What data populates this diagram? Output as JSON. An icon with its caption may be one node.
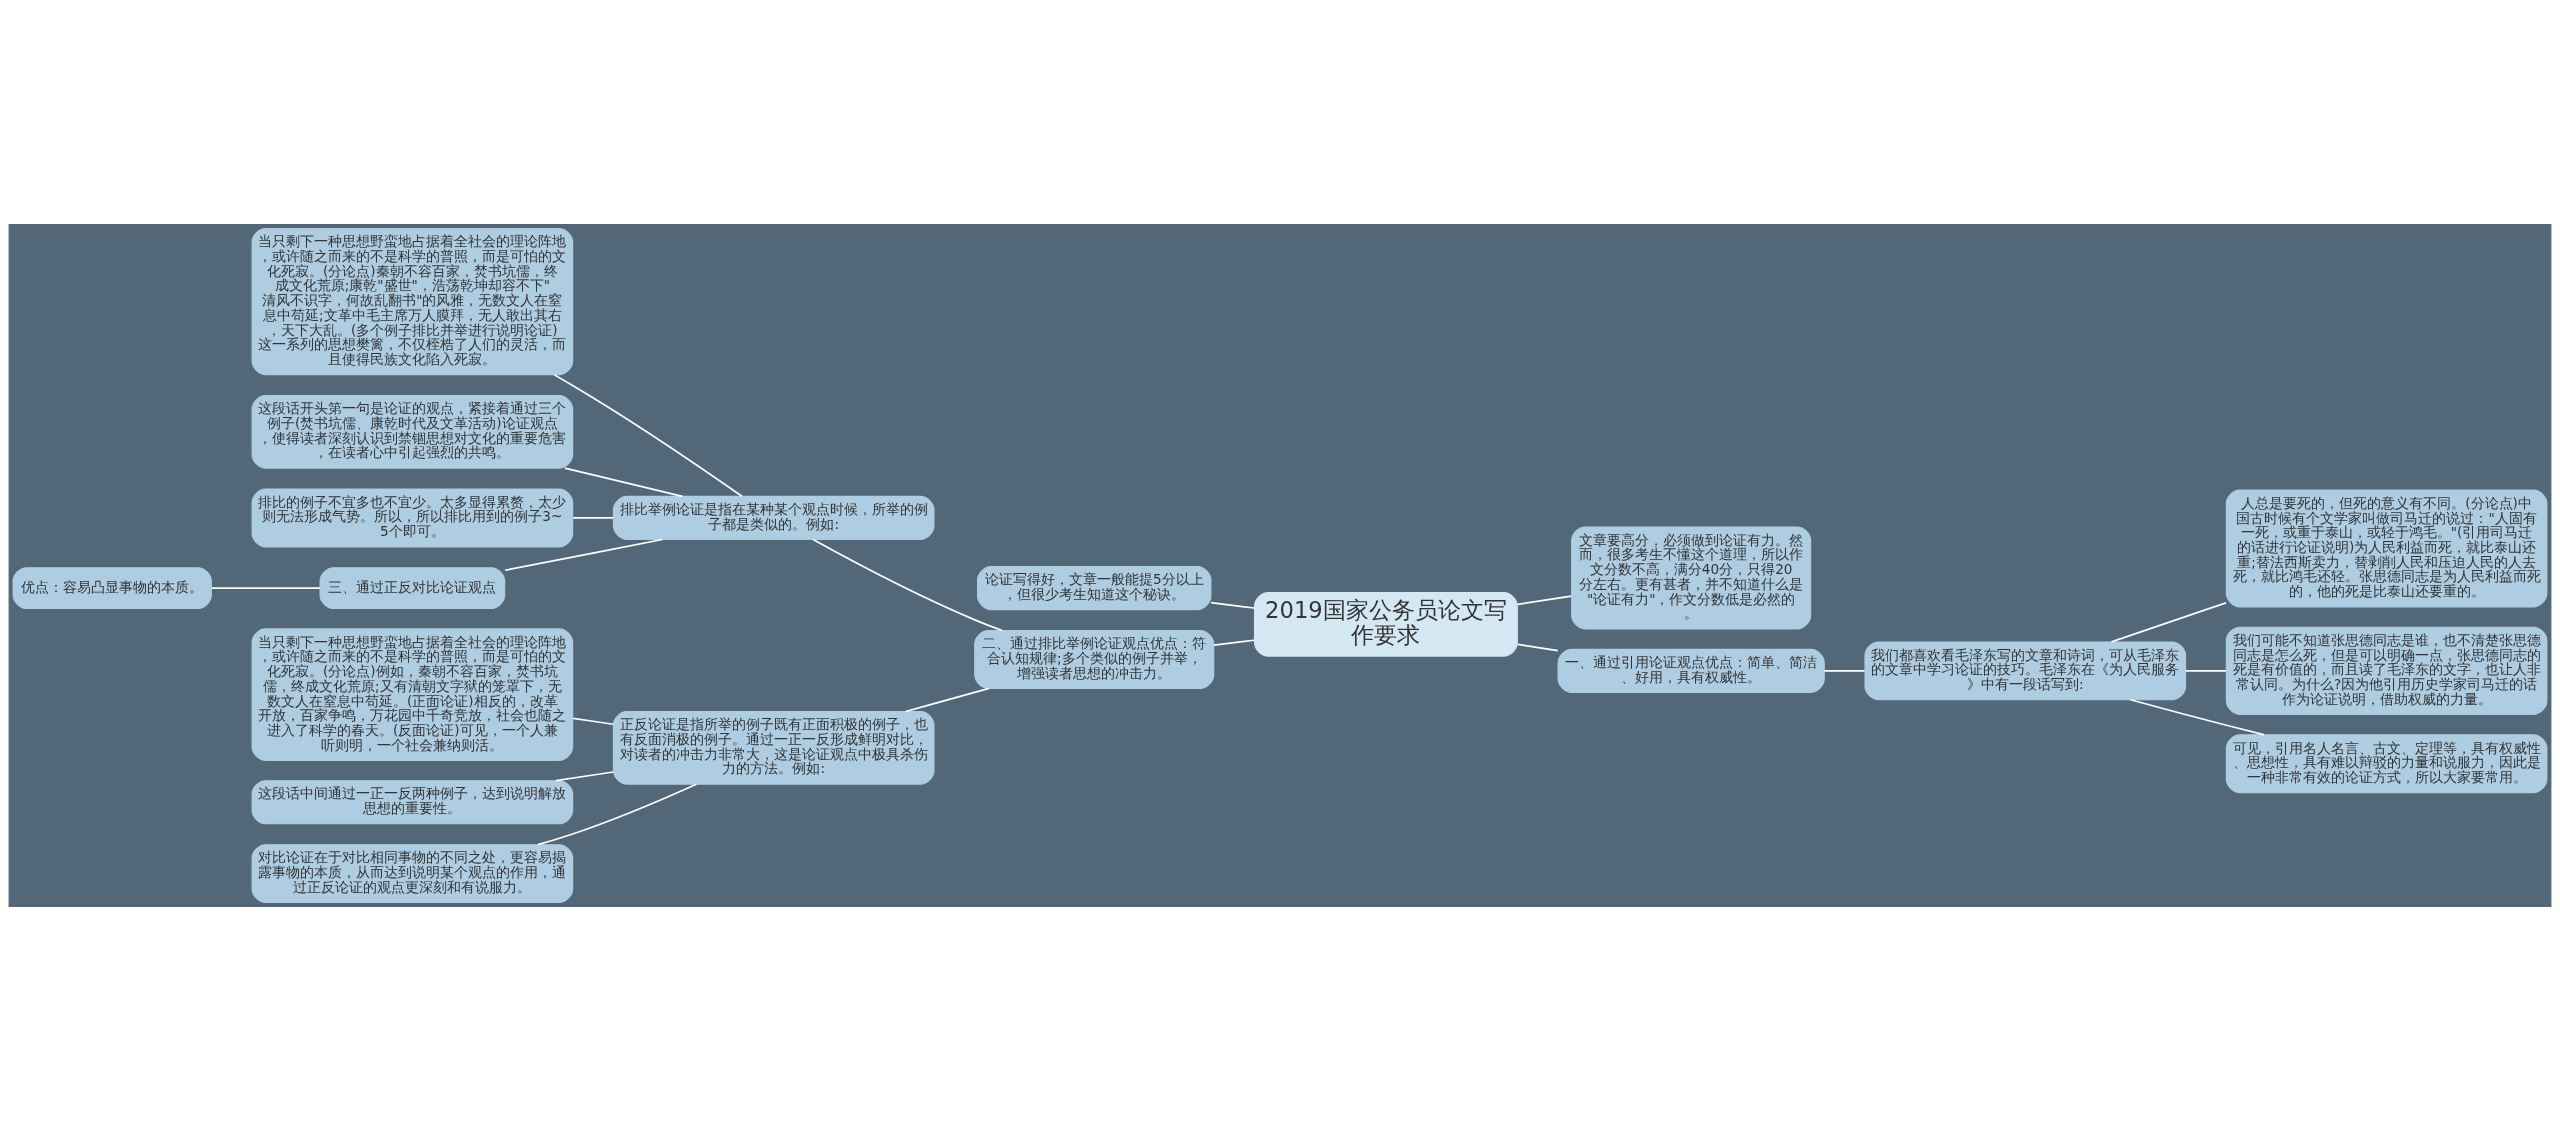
{
  "diagram": {
    "nodes": [
      {
        "text": [
          "2019国家公务员论文写作要求"
        ]
      },
      {
        "text": [
          "论证写得好，文章一般能提5分以上，但很少考生知道这个秘诀。"
        ]
      },
      {
        "text": [
          "二、通过排比举例论证观点优点：符合认知规律;多个类似的例子并举，增强读者思想的冲击力。"
        ]
      },
      {
        "text": [
          "排比举例论证是指在某种某个观点时候，所举的例子都是类似的。例如:"
        ]
      },
      {
        "text": [
          "当只剩下一种思想野蛮地占据着全社会的理论阵地，或许随之而来的不是科学的普照，而是可怕的文化死寂。(分论点)秦朝不容百家，焚书坑儒，终成文化荒原;康乾\"盛世\"，浩荡乾坤却容不下\"清风不识字，何故乱翻书\"的风雅，无数文人在窒息中苟延;文革中毛主席万人膜拜，无人敢出其右，天下大乱。(多个例子排比并举进行说明论证)这一系列的思想樊篱，不仅桎梏了人们的灵活，而且使得民族文化陷入死寂。"
        ]
      },
      {
        "text": [
          "这段话开头第一句是论证的观点，紧接着通过三个例子(焚书坑儒、康乾时代及文革活动)论证观点，使得读者深刻认识到禁锢思想对文化的重要危害，在读者心中引起强烈的共鸣。"
        ]
      },
      {
        "text": [
          "排比的例子不宜多也不宜少。太多显得累赘，太少则无法形成气势。所以，所以排比用到的例子3~5个即可。"
        ]
      },
      {
        "text": [
          "三、通过正反对比论证观点"
        ]
      },
      {
        "text": [
          "优点：容易凸显事物的本质。"
        ]
      },
      {
        "text": [
          "正反论证是指所举的例子既有正面积极的例子，也有反面消极的例子。通过一正一反形成鲜明对比，对读者的冲击力非常大，这是论证观点中极具杀伤力的方法。例如:"
        ]
      },
      {
        "text": [
          "当只剩下一种思想野蛮地占据着全社会的理论阵地，或许随之而来的不是科学的普照，而是可怕的文化死寂。(分论点)例如，秦朝不容百家，焚书坑儒，终成文化荒原;又有清朝文字狱的笼罩下，无数文人在窒息中苟延。(正面论证)相反的，改革开放，百家争鸣，万花园中千奇竞放，社会也随之进入了科学的春天。(反面论证)可见，一个人兼听则明，一个社会兼纳则活。"
        ]
      },
      {
        "text": [
          "这段话中间通过一正一反两种例子，达到说明解放思想的重要性。"
        ]
      },
      {
        "text": [
          "对比论证在于对比相同事物的不同之处，更容易揭露事物的本质，从而达到说明某个观点的作用，通过正反论证的观点更深刻和有说服力。"
        ]
      },
      {
        "text": [
          "文章要高分，必须做到论证有力。然而，很多考生不懂这个道理，所以作文分数不高，满分40分，只得20分左右。更有甚者，并不知道什么是\"论证有力\"，作文分数低是必然的。"
        ]
      },
      {
        "text": [
          "一、通过引用论证观点优点：简单、简洁、好用，具有权威性。"
        ]
      },
      {
        "text": [
          "我们都喜欢看毛泽东写的文章和诗词，可从毛泽东的文章中学习论证的技巧。毛泽东在《为人民服务》中有一段话写到:"
        ]
      },
      {
        "text": [
          "人总是要死的，但死的意义有不同。(分论点)中国古时候有个文学家叫做司马迁的说过：\"人固有一死，或重于泰山，或轻于鸿毛。\"(引用司马迁的话进行论证说明)为人民利益而死，就比泰山还重;替法西斯卖力，替剥削人民和压迫人民的人去死，就比鸿毛还轻。张思德同志是为人民利益而死的，他的死是比泰山还要重的。"
        ]
      },
      {
        "text": [
          "我们可能不知道张思德同志是谁，也不清楚张思德同志是怎么死，但是可以明确一点，张思德同志的死是有价值的，而且读了毛泽东的文字，也让人非常认同。为什么?因为他引用历史学家司马迁的话作为论证说明，借助权威的力量。"
        ]
      },
      {
        "text": [
          "可见，引用名人名言、古文、定理等，具有权威性、思想性，具有难以辩驳的力量和说服力，因此是一种非常有效的论证方式，所以大家要常用。"
        ]
      }
    ],
    "edges": [
      {
        "from": 0,
        "to": 1,
        "arrow": "none"
      },
      {
        "from": 0,
        "to": 2,
        "arrow": "none"
      },
      {
        "from": 2,
        "to": 3,
        "arrow": "none"
      },
      {
        "from": 3,
        "to": 4,
        "arrow": "none"
      },
      {
        "from": 3,
        "to": 5,
        "arrow": "none"
      },
      {
        "from": 3,
        "to": 6,
        "arrow": "none"
      },
      {
        "from": 3,
        "to": 7,
        "arrow": "none"
      },
      {
        "from": 7,
        "to": 8,
        "arrow": "none"
      },
      {
        "from": 2,
        "to": 9,
        "arrow": "none"
      },
      {
        "from": 9,
        "to": 10,
        "arrow": "none"
      },
      {
        "from": 9,
        "to": 11,
        "arrow": "none"
      },
      {
        "from": 9,
        "to": 12,
        "arrow": "none"
      },
      {
        "from": 0,
        "to": 13,
        "arrow": "none"
      },
      {
        "from": 0,
        "to": 14,
        "arrow": "none"
      },
      {
        "from": 14,
        "to": 15,
        "arrow": "none"
      },
      {
        "from": 15,
        "to": 16,
        "arrow": "none"
      },
      {
        "from": 15,
        "to": 17,
        "arrow": "none"
      },
      {
        "from": 15,
        "to": 18,
        "arrow": "none"
      }
    ]
  }
}
